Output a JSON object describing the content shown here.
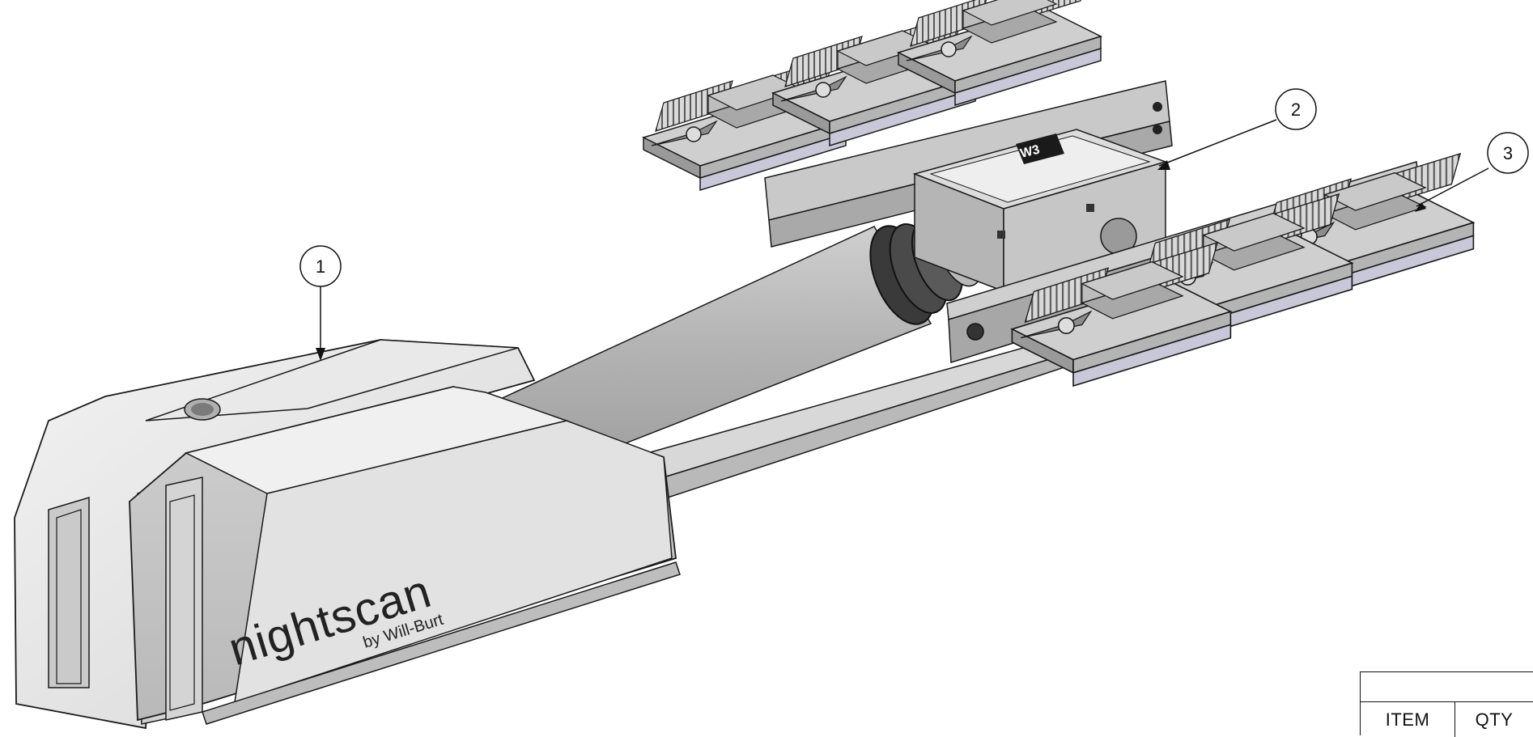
{
  "balloons": [
    {
      "number": "1",
      "target": "nightscan-base-unit"
    },
    {
      "number": "2",
      "target": "center-junction-box"
    },
    {
      "number": "3",
      "target": "light-head-array"
    }
  ],
  "product_branding": {
    "name": "nightscan",
    "tagline": "by Will-Burt"
  },
  "bom_table": {
    "title": "",
    "headers": [
      "ITEM",
      "QTY"
    ]
  },
  "colors": {
    "line": "#1a1a1a",
    "body_fill": "#e6e6e6",
    "shadow_fill": "#a9a9a9",
    "lens_fill": "#c8c8d8"
  }
}
